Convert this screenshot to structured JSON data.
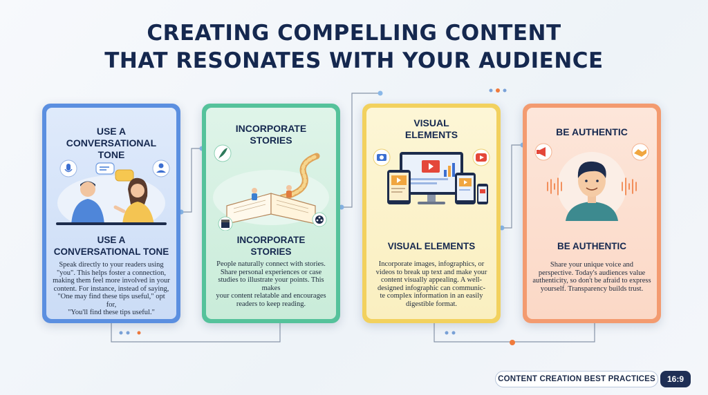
{
  "title": {
    "line1": "CREATING COMPELLING CONTENT",
    "line2": "THAT RESONATES WITH YOUR AUDIENCE"
  },
  "cards": [
    {
      "top_heading_lines": [
        "USE A",
        "CONVERSATIONAL",
        "TONE"
      ],
      "sub_heading_lines": [
        "USE A",
        "CONVERSATIONAL TONE"
      ],
      "body_lines": [
        "Speak directly to your readers using",
        "\"you\". This helps foster a connection,",
        "making them feel more involved in your",
        "content. For instance, instead of saying,",
        "\"One may find these tips useful,\" opt for,",
        "\"You'll find these tips useful.\""
      ],
      "icons": [
        "microphone-icon",
        "user-icon",
        "chat-bubble-icon"
      ]
    },
    {
      "top_heading_lines": [
        "INCORPORATE",
        "STORIES"
      ],
      "sub_heading_lines": [
        "INCORPORATE",
        "STORIES"
      ],
      "body_lines": [
        "People naturally connect with stories.",
        "Share personal experiences or case",
        "studies to illustrate your points. This makes",
        "your content relatable and encourages",
        "readers to keep reading."
      ],
      "icons": [
        "quill-icon",
        "clapperboard-icon",
        "film-reel-icon",
        "open-book-icon"
      ]
    },
    {
      "top_heading_lines": [
        "VISUAL",
        "ELEMENTS"
      ],
      "sub_heading_lines": [
        "VISUAL ELEMENTS"
      ],
      "body_lines": [
        "Incorporate images, infographics, or",
        "videos to break up text and make your",
        "content visually appealing. A well-",
        "designed infographic can communic-",
        "te complex information in an easily",
        "digestible format."
      ],
      "icons": [
        "camera-icon",
        "play-icon",
        "monitor-icon",
        "tablet-icon",
        "phone-icon"
      ]
    },
    {
      "top_heading_lines": [
        "BE AUTHENTIC"
      ],
      "sub_heading_lines": [
        "BE AUTHENTIC"
      ],
      "body_lines": [
        "Share your unique voice and",
        "perspective. Today's audiences value",
        "authenticity, so don't be afraid to express",
        "yourself. Transparency builds trust."
      ],
      "icons": [
        "megaphone-icon",
        "handshake-icon",
        "person-icon",
        "sound-wave-icon"
      ]
    }
  ],
  "footer": {
    "label": "CONTENT CREATION BEST PRACTICES",
    "ratio": "16:9"
  },
  "colors": {
    "title": "#15284f",
    "blue": "#5b8fe0",
    "green": "#55c29b",
    "yellow": "#f2d15e",
    "orange": "#f39b70",
    "accent_orange": "#f07a3c"
  }
}
